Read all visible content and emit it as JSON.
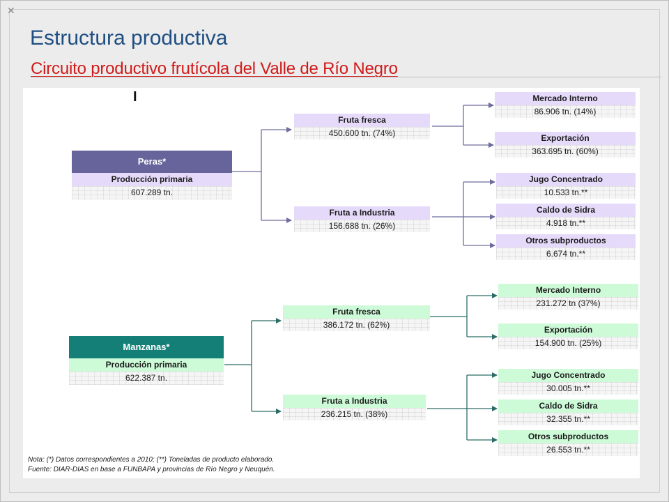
{
  "slide": {
    "title": "Estructura productiva",
    "subtitle": "Circuito productivo frutícola del Valle de Río Negro"
  },
  "diagram": {
    "peras": {
      "name": "Peras*",
      "primary_label": "Producción primaria",
      "primary_value": "607.289 tn.",
      "fresh": {
        "label": "Fruta fresca",
        "value": "450.600 tn. (74%)"
      },
      "industry": {
        "label": "Fruta a Industria",
        "value": "156.688 tn. (26%)"
      },
      "fresh_dest": [
        {
          "label": "Mercado Interno",
          "value": "86.906 tn. (14%)"
        },
        {
          "label": "Exportación",
          "value": "363.695 tn. (60%)"
        }
      ],
      "industry_dest": [
        {
          "label": "Jugo Concentrado",
          "value": "10.533 tn.**"
        },
        {
          "label": "Caldo de Sidra",
          "value": "4.918 tn.**"
        },
        {
          "label": "Otros subproductos",
          "value": "6.674 tn.**"
        }
      ]
    },
    "manzanas": {
      "name": "Manzanas*",
      "primary_label": "Producción primaria",
      "primary_value": "622.387 tn.",
      "fresh": {
        "label": "Fruta fresca",
        "value": "386.172 tn. (62%)"
      },
      "industry": {
        "label": "Fruta a Industria",
        "value": "236.215 tn. (38%)"
      },
      "fresh_dest": [
        {
          "label": "Mercado Interno",
          "value": "231.272 tn (37%)"
        },
        {
          "label": "Exportación",
          "value": "154.900 tn. (25%)"
        }
      ],
      "industry_dest": [
        {
          "label": "Jugo Concentrado",
          "value": "30.005 tn.**"
        },
        {
          "label": "Caldo de Sidra",
          "value": "32.355 tn.**"
        },
        {
          "label": "Otros subproductos",
          "value": "26.553 tn.**"
        }
      ]
    },
    "note_line1": "Nota: (*) Datos correspondientes a 2010; (**) Toneladas de producto elaborado.",
    "note_line2": "Fuente: DIAR-DIAS en base a FUNBAPA y provincias de Río Negro y Neuquén.",
    "colors": {
      "pear_header": "#66649a",
      "pear_light": "#e6dafb",
      "pear_line": "#6f6c9e",
      "apple_header": "#147f76",
      "apple_light": "#cdfbd8",
      "apple_line": "#2c6c66",
      "title": "#1f4e82",
      "subtitle": "#d11a1a"
    }
  }
}
